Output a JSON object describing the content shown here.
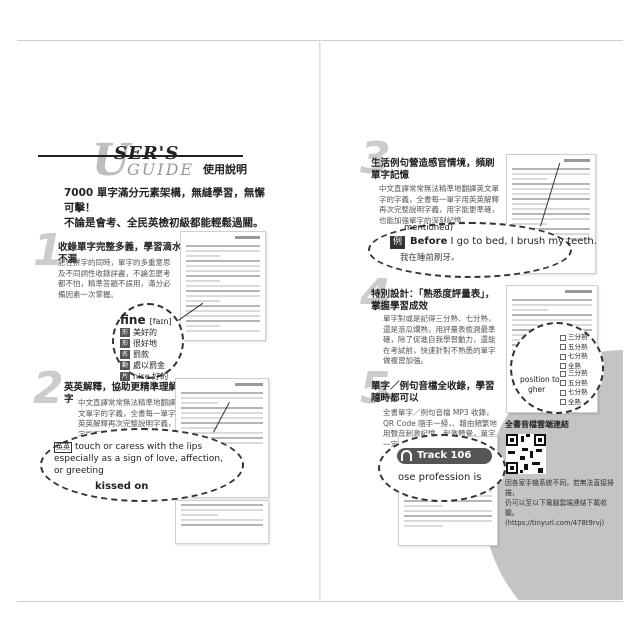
{
  "header": {
    "logo_line1": "SER'S",
    "logo_letter": "U",
    "logo_line2": "GUIDE",
    "subtitle": "使用說明",
    "intro_line1": "7000 單字滿分元素架構，無縫學習，無懈可擊！",
    "intro_line2": "不論是會考、全民英檢初級都能輕鬆過關。"
  },
  "sections": [
    {
      "num": "1",
      "title": "收錄單字完整多義，學習滴水不漏",
      "body": "記住拼字的同時，單字的多重意思及不同詞性收錄詳盡，不論怎麼考都不怕，精準答題不誤用，滿分必備因素一次掌握。"
    },
    {
      "num": "2",
      "title": "英英解釋，協助更精準理解單字",
      "body": "中文直譯常常無法精準地翻譯英文單字的字義，全書每一單字用英英解釋再次完整說明字義，用字能更準確，也能加強單字的深刻記憶。"
    },
    {
      "num": "3",
      "title": "生活例句營造感官情境，頻刷單字記憶",
      "body": "中文直譯常常無法精準地翻譯英文單字的字義，全書每一單字用英英解釋再次完整說明字義，用字能更準確，也能加強單字的深刻記憶。"
    },
    {
      "num": "4",
      "title": "特別設計：「熟悉度評量表」，掌握學習成效",
      "body": "單字對或是記得三分熟、七分熟，還是滾瓜爛熟，用評量表檢測最準確，除了促進自我學習動力，還能在考試前，快速針對不熟悉的單字做複習加強。"
    },
    {
      "num": "5",
      "title": "單字／例句音檔全收錄，學習隨時都可以",
      "body": "全書單字／例句音檔 MP3 收錄，QR Code 隨手一掃，、藉由頻繁地用聲音刺激記憶，刺激聽覺，單字一定記得住。"
    }
  ],
  "fine": {
    "word": "fine",
    "phonetic": "[faɪn]",
    "senses": [
      {
        "tag": "形",
        "text": "美好的"
      },
      {
        "tag": "形",
        "text": "很好地"
      },
      {
        "tag": "名",
        "text": "罰款"
      },
      {
        "tag": "動",
        "text": "處以罰金"
      },
      {
        "tag": "片",
        "text": "nice 好的"
      }
    ]
  },
  "english_def": {
    "tag": "英英",
    "text": "touch or caress with the lips especially as a sign of love, affection, or greeting",
    "tail": "kissed on"
  },
  "example": {
    "top_fragment": "mentioned)",
    "tag": "例",
    "word": "Before",
    "sentence": " I go to bed, I brush my teeth.",
    "translation": "我在睡前刷牙。"
  },
  "scale": {
    "items_a": [
      "三分熟",
      "五分熟",
      "七分熟",
      "全熟"
    ],
    "items_b": [
      "三分熟",
      "五分熟",
      "七分熟",
      "全熟"
    ],
    "fragment1": "position to",
    "fragment2": "gher"
  },
  "audio": {
    "track_label": "Track 106",
    "fragment": "ose profession is"
  },
  "qr": {
    "title": "全書音檔雲端連結",
    "note_line1": "因各家手機系統不同，若無法直接掃描，",
    "note_line2": "仍可以至以下電腦雲端連結下載收聽。",
    "url": "(https://tinyurl.com/478t9rvj)"
  }
}
